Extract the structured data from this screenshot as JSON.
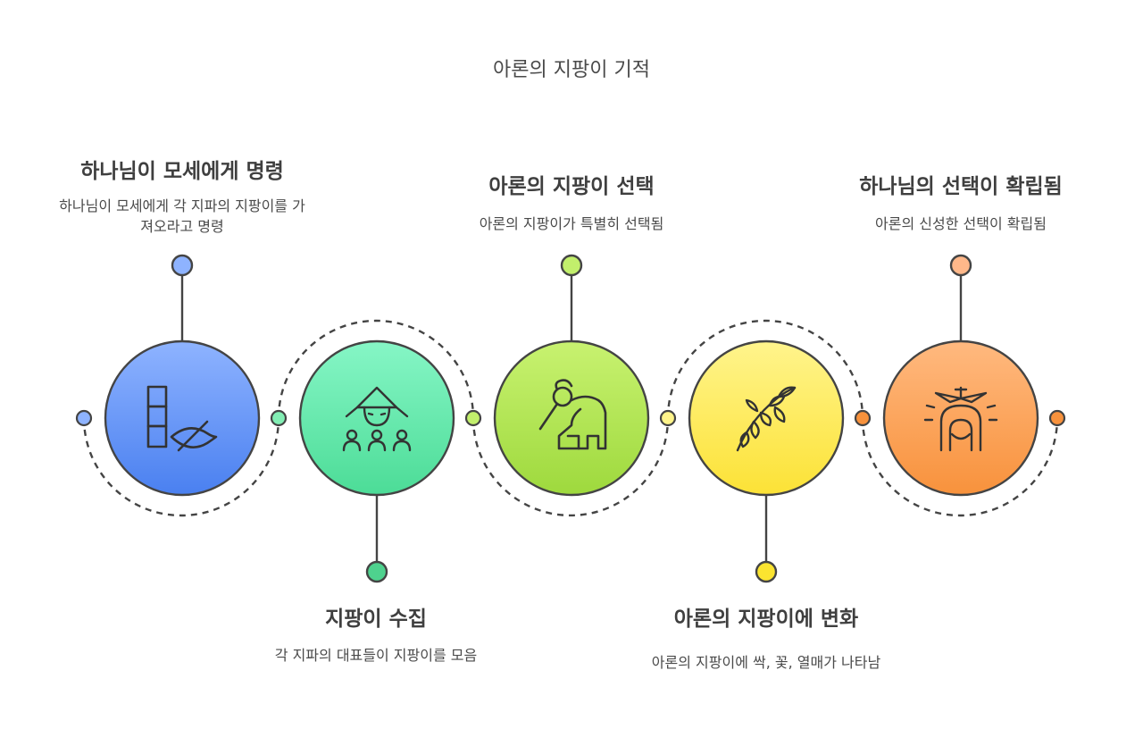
{
  "title": "아론의 지팡이 기적",
  "steps": [
    {
      "heading": "하나님이 모세에게 명령",
      "description": "하나님이 모세에게 각 지파의 지팡이를 가져오라고 명령",
      "icon": "staff-fish-icon",
      "color_top": "#8eb3ff",
      "color_bottom": "#4a80f0",
      "dot_color": "#8eb3ff",
      "label_side": "top"
    },
    {
      "heading": "지팡이 수집",
      "description": "각 지파의 대표들이 지팡이를 모음",
      "icon": "gathering-people-icon",
      "color_top": "#82f5c2",
      "color_bottom": "#48dc95",
      "dot_color": "#4ed28e",
      "label_side": "bottom"
    },
    {
      "heading": "아론의 지팡이 선택",
      "description": "아론의 지팡이가 특별히 선택됨",
      "icon": "chosen-tent-icon",
      "color_top": "#c8f270",
      "color_bottom": "#9cd93b",
      "dot_color": "#c2ef6c",
      "label_side": "top"
    },
    {
      "heading": "아론의 지팡이에 변화",
      "description": "아론의 지팡이에 싹, 꽃, 열매가 나타남",
      "icon": "budding-branch-icon",
      "color_top": "#fff48a",
      "color_bottom": "#fce338",
      "dot_color": "#fbe430",
      "label_side": "bottom"
    },
    {
      "heading": "하나님의 선택이 확립됨",
      "description": "아론의 신성한 선택이 확립됨",
      "icon": "divine-figure-icon",
      "color_top": "#ffb77f",
      "color_bottom": "#f8923c",
      "dot_color": "#ffb88a",
      "label_side": "top"
    }
  ],
  "connector_dot_colors": [
    "#8eb3ff",
    "#82eeb4",
    "#c2ef6c",
    "#fff48a",
    "#f8923c",
    "#f8923c"
  ]
}
